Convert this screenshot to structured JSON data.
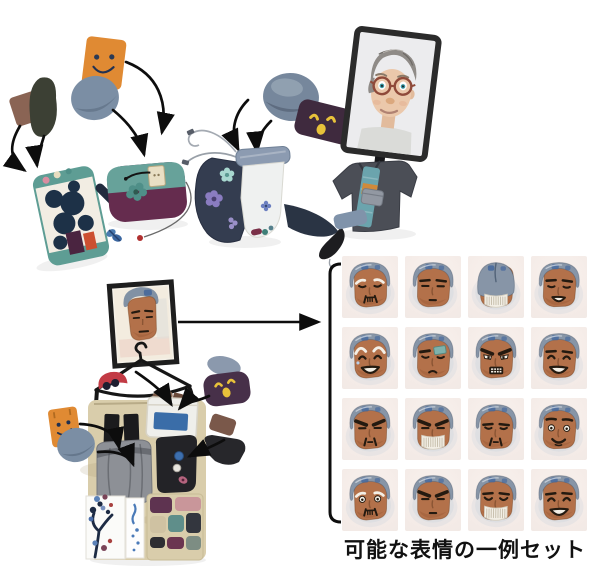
{
  "caption": {
    "text": "可能な表情の一例セット"
  },
  "palette": {
    "background": "#ffffff",
    "arrow": "#0d0d0d",
    "caption_color": "#111111",
    "skin": "#b3714a",
    "hair": "#8795a7",
    "hair_dark": "#44679c",
    "feature_dark": "#241a10",
    "feature_white": "#f3efe6",
    "cell_bg_inner": "#f9f1ed",
    "cell_bg_outer": "#f2e9e5",
    "cell_shadow": "#ccd5dd",
    "patch_teal": "#7eb2ac"
  },
  "assembly_flow_top": {
    "components": [
      "brown-felt-patch",
      "olive-felt-blob",
      "orange-felt-face",
      "blue-gray-felt-blob",
      "floral-pouch",
      "teal-purple-pouch",
      "smiley-felt-pouch",
      "floral-mitten-sock",
      "avatar-tablet-doll"
    ]
  },
  "assembly_flow_bottom": {
    "components": [
      "framed-face-painting",
      "wire-hanger",
      "red-cap-with-sunglasses",
      "smiley-hat-pouch",
      "fabric-organizer-panel",
      "orange-felt-face",
      "blue-gray-felt-blob",
      "gray-fabric-pouch",
      "black-fabric-pocket",
      "white-pocket-with-blue-patch",
      "tree-print-fabric",
      "patchwork-fabric"
    ]
  },
  "expression_grid": {
    "rows": 4,
    "cols": 4,
    "cells": [
      {
        "name": "crying-sad",
        "brows": "white-sad",
        "eyes": "closed-sad",
        "mouth": "grimace",
        "extra": "",
        "tilt": -2
      },
      {
        "name": "neutral",
        "brows": "flat",
        "eyes": "closed-flat",
        "mouth": "flat",
        "extra": "",
        "tilt": 1
      },
      {
        "name": "face-hidden",
        "brows": "",
        "eyes": "",
        "mouth": "",
        "extra": "hidden",
        "tilt": 0
      },
      {
        "name": "content-smile",
        "brows": "flat",
        "eyes": "closed-curve",
        "mouth": "smile-lens",
        "extra": "",
        "tilt": 2
      },
      {
        "name": "pleading-grin",
        "brows": "white-arch",
        "eyes": "happy-arc",
        "mouth": "grin",
        "extra": "tear",
        "tilt": -2
      },
      {
        "name": "hurt-bandage",
        "brows": "left-only",
        "eyes": "closed-sad",
        "mouth": "frown",
        "extra": "patch",
        "tilt": 1
      },
      {
        "name": "furious-teeth",
        "brows": "v",
        "eyes": "angry-white",
        "mouth": "teeth",
        "extra": "",
        "tilt": 0
      },
      {
        "name": "big-smile",
        "brows": "flat",
        "eyes": "happy-arc",
        "mouth": "grin",
        "extra": "",
        "tilt": 2
      },
      {
        "name": "angry-frown",
        "brows": "v",
        "eyes": "closed-flat",
        "mouth": "mustache-frown",
        "extra": "",
        "tilt": -1
      },
      {
        "name": "angry-beard",
        "brows": "v",
        "eyes": "closed-flat",
        "mouth": "beard",
        "extra": "",
        "tilt": 0
      },
      {
        "name": "displeased",
        "brows": "flat-low",
        "eyes": "closed-sad",
        "mouth": "mustache-frown",
        "extra": "",
        "tilt": 1
      },
      {
        "name": "surprised-smile",
        "brows": "raised",
        "eyes": "white-round",
        "mouth": "v-smile",
        "extra": "",
        "tilt": 2
      },
      {
        "name": "worried",
        "brows": "white-sad",
        "eyes": "white-round",
        "mouth": "grimace",
        "extra": "",
        "tilt": -2
      },
      {
        "name": "stern",
        "brows": "v",
        "eyes": "closed-flat",
        "mouth": "flat",
        "extra": "",
        "tilt": 0
      },
      {
        "name": "sleepy-beard",
        "brows": "flat",
        "eyes": "sleepy",
        "mouth": "beard",
        "extra": "",
        "tilt": 1
      },
      {
        "name": "joyful",
        "brows": "flat",
        "eyes": "happy-arc",
        "mouth": "grin",
        "extra": "",
        "tilt": -1
      }
    ]
  }
}
